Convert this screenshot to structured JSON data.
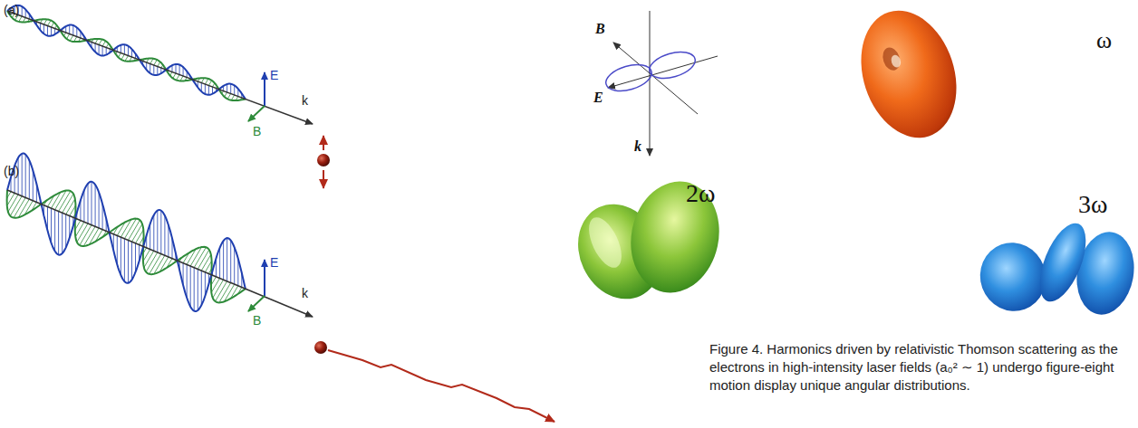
{
  "diagram": {
    "caption": "Figure 4. Harmonics driven by relativistic Thomson scattering as the electrons in high-intensity laser fields (a₀² ∼ 1) undergo figure-eight motion display unique angular distributions.",
    "labels": [
      "(a)",
      "E",
      "B",
      "k",
      "(b)",
      "E",
      "B",
      "k",
      "B",
      "E",
      "k",
      "ω",
      "2ω",
      "3ω"
    ]
  }
}
